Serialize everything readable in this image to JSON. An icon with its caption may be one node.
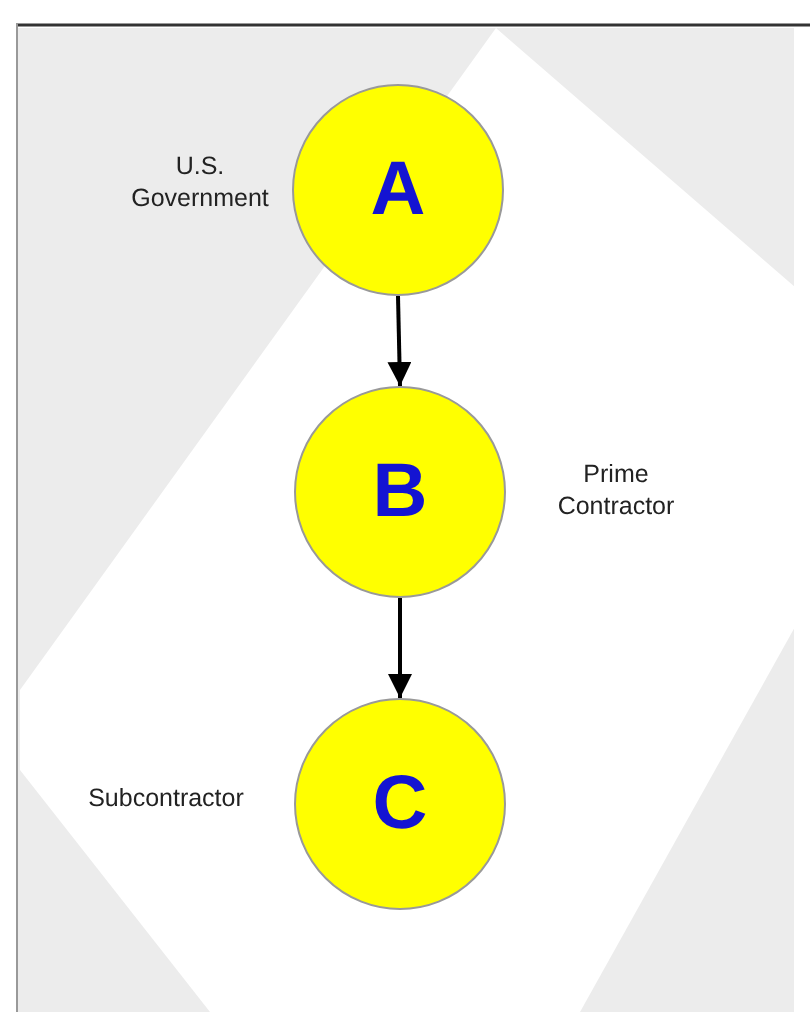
{
  "diagram": {
    "nodes": [
      {
        "text": [
          "A"
        ],
        "beside": [
          "U.S. Government"
        ]
      },
      {
        "text": [
          "B"
        ],
        "beside": [
          "Prime Contractor"
        ]
      },
      {
        "text": [
          "C"
        ],
        "beside": [
          "Subcontractor"
        ]
      }
    ],
    "edges": [
      {
        "from": 0,
        "to": 1,
        "arrow": "to"
      },
      {
        "from": 1,
        "to": 2,
        "arrow": "to"
      }
    ]
  }
}
